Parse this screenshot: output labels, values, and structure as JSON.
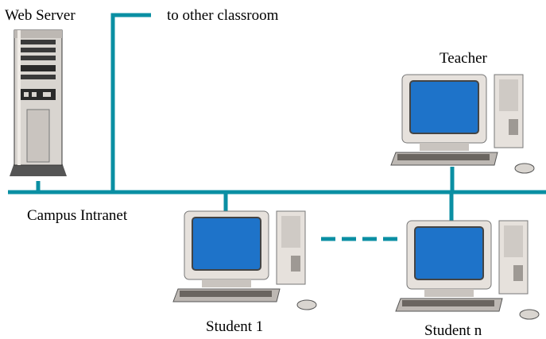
{
  "labels": {
    "web_server": "Web Server",
    "to_other_classroom": "to other classroom",
    "teacher": "Teacher",
    "campus_intranet": "Campus Intranet",
    "student_1": "Student 1",
    "student_n": "Student n"
  },
  "colors": {
    "network_line": "#0a8fa3",
    "monitor_screen": "#1e73c9",
    "case_beige": "#e6e1dc",
    "case_shadow": "#9e9994",
    "server_dark": "#3a3a3a"
  }
}
